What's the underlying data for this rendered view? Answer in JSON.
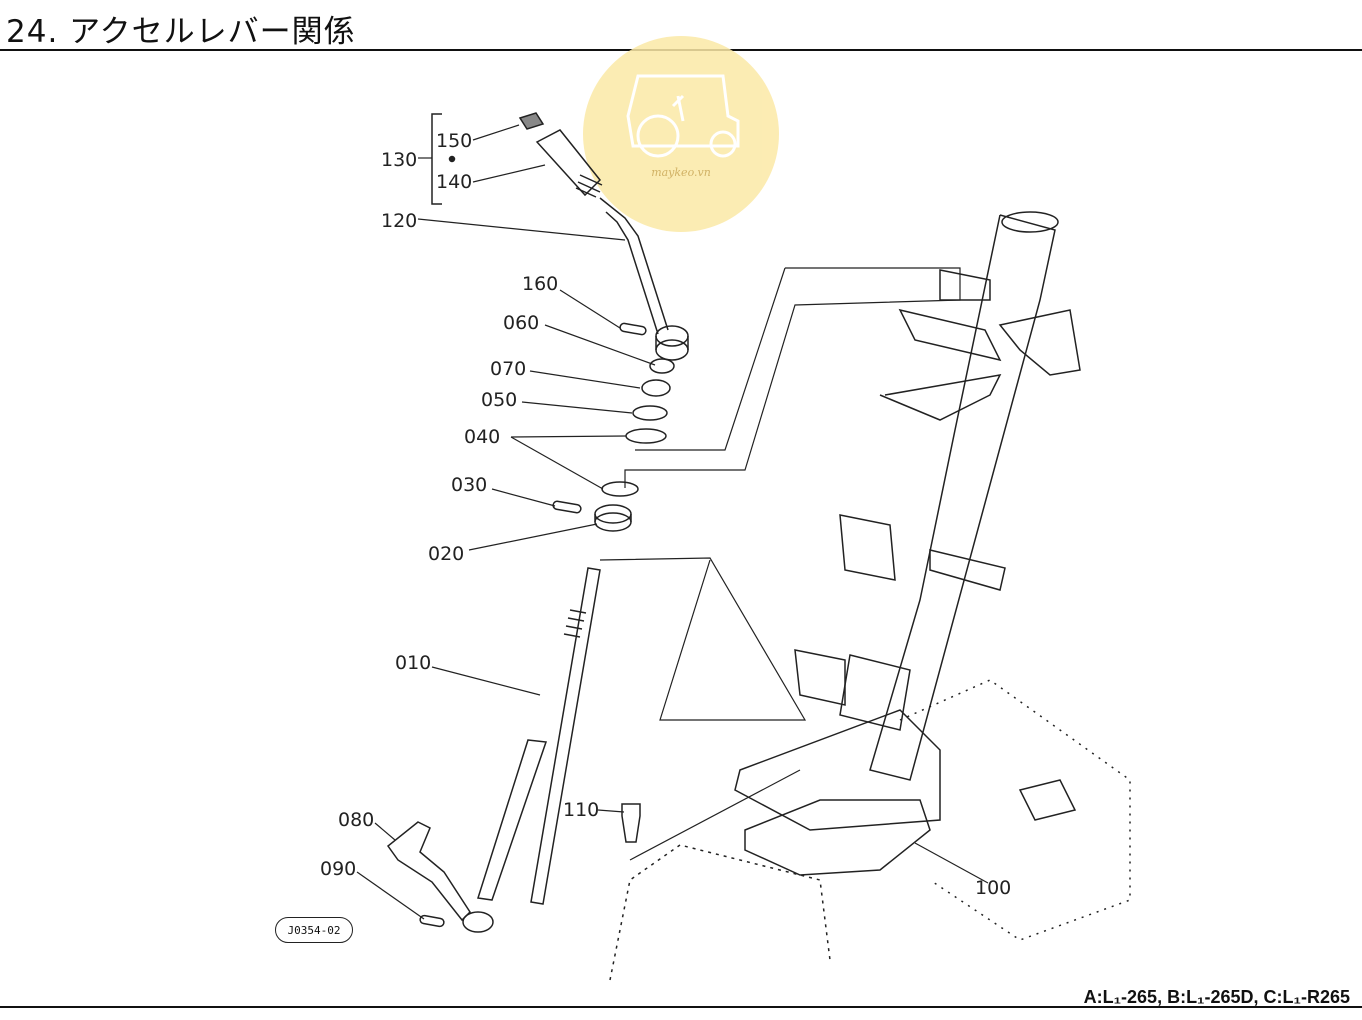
{
  "header": {
    "title": "24. アクセルレバー関係"
  },
  "watermark": {
    "text": "maykeo.vn"
  },
  "parts": {
    "p150": "150",
    "p130": "130",
    "p140": "140",
    "p120": "120",
    "p160": "160",
    "p060": "060",
    "p070": "070",
    "p050": "050",
    "p040": "040",
    "p030": "030",
    "p020": "020",
    "p010": "010",
    "p110": "110",
    "p080": "080",
    "p090": "090",
    "p100": "100"
  },
  "reference_code": "J0354-02",
  "footer": {
    "models": "A:L₁-265,  B:L₁-265D,  C:L₁-R265"
  }
}
